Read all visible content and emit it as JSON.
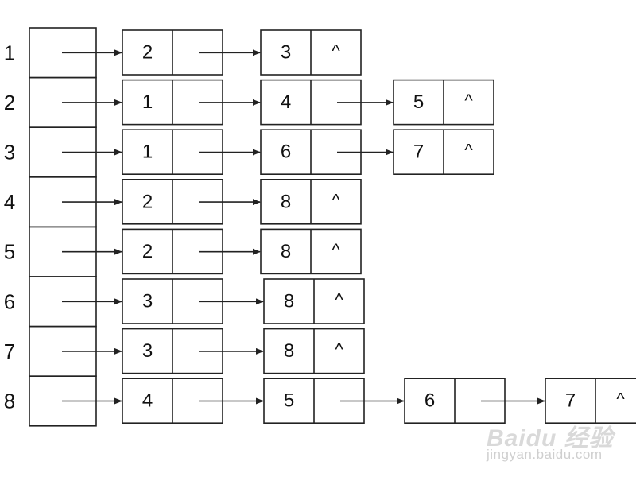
{
  "adjacency_list": {
    "rows": [
      {
        "index": "1",
        "nodes": [
          {
            "value": "2",
            "next": ""
          },
          {
            "value": "3",
            "next": "^"
          }
        ]
      },
      {
        "index": "2",
        "nodes": [
          {
            "value": "1",
            "next": ""
          },
          {
            "value": "4",
            "next": ""
          },
          {
            "value": "5",
            "next": "^"
          }
        ]
      },
      {
        "index": "3",
        "nodes": [
          {
            "value": "1",
            "next": ""
          },
          {
            "value": "6",
            "next": ""
          },
          {
            "value": "7",
            "next": "^"
          }
        ]
      },
      {
        "index": "4",
        "nodes": [
          {
            "value": "2",
            "next": ""
          },
          {
            "value": "8",
            "next": "^"
          }
        ]
      },
      {
        "index": "5",
        "nodes": [
          {
            "value": "2",
            "next": ""
          },
          {
            "value": "8",
            "next": "^"
          }
        ]
      },
      {
        "index": "6",
        "nodes": [
          {
            "value": "3",
            "next": ""
          },
          {
            "value": "8",
            "next": "^"
          }
        ]
      },
      {
        "index": "7",
        "nodes": [
          {
            "value": "3",
            "next": ""
          },
          {
            "value": "8",
            "next": "^"
          }
        ]
      },
      {
        "index": "8",
        "nodes": [
          {
            "value": "4",
            "next": ""
          },
          {
            "value": "5",
            "next": ""
          },
          {
            "value": "6",
            "next": ""
          },
          {
            "value": "7",
            "next": "^"
          }
        ]
      }
    ]
  },
  "watermark": {
    "brand": "Baidu 经验",
    "url": "jingyan.baidu.com"
  },
  "colors": {
    "line": "#222222",
    "text": "#111111",
    "watermark": "#d0d0d0"
  }
}
